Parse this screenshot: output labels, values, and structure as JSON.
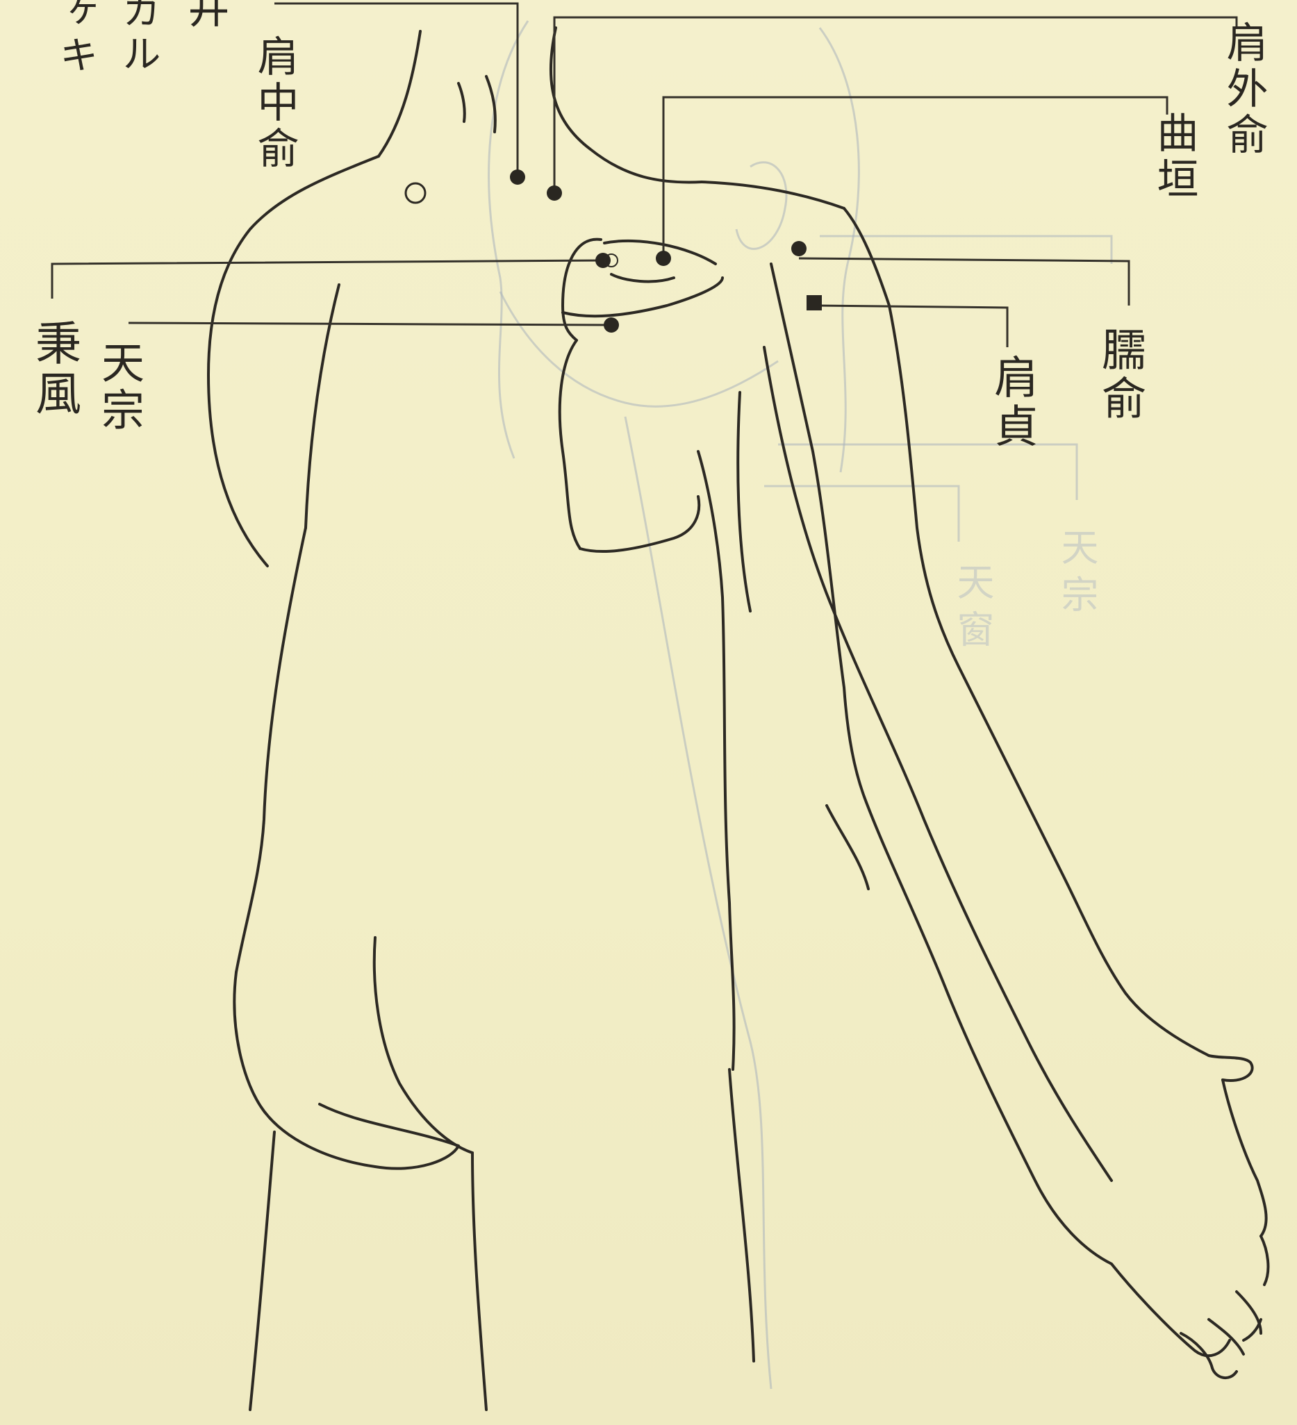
{
  "corner_text": [
    "ヶキ",
    "カル",
    "井"
  ],
  "labels": {
    "kenchuyu": "肩中俞",
    "kengaiyu": "肩外俞",
    "kyokuen": "曲垣",
    "heifu": "秉風",
    "tenso": "天宗",
    "jyuyu": "臑俞",
    "kentei": "肩貞"
  },
  "ghost_labels": [
    "天宗",
    "天窗"
  ],
  "colors": {
    "paper": "#f3efc9",
    "ink": "#2c2923",
    "bleed_through": "#a9b3bb"
  }
}
